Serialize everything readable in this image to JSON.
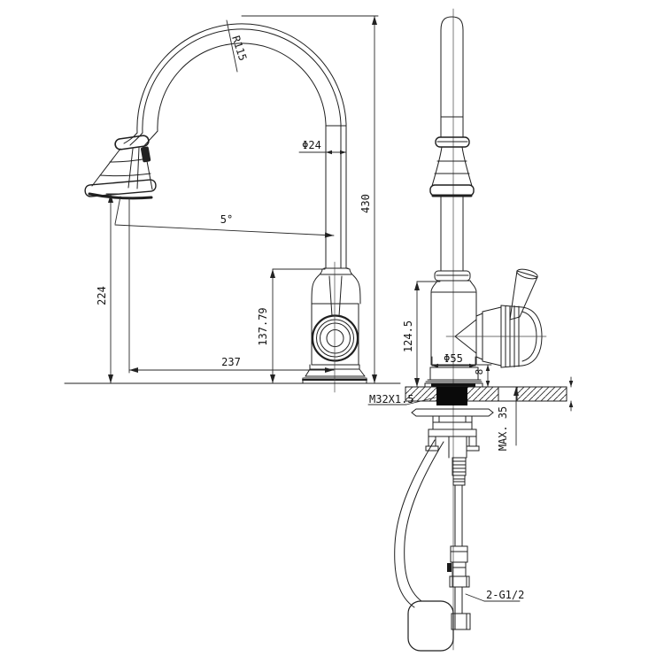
{
  "drawing": {
    "type": "technical-drawing",
    "subject": "pull-down kitchen faucet, two orthographic views",
    "background": "#ffffff",
    "line_color": "#1f1f1f",
    "fill_color": "#0a0a0a",
    "dims": {
      "spout_radius": "R115",
      "tube_diameter": "Φ24",
      "overall_height": "430",
      "spray_angle": "5°",
      "head_height": "224",
      "outlet_height": "137.79",
      "reach": "237",
      "body_height": "124.5",
      "base_diameter": "Φ55",
      "base_gap": "8",
      "mounting_thread": "M32X1.5",
      "max_deck_thickness": "MAX. 35",
      "hose_thread": "2-G1/2"
    }
  }
}
